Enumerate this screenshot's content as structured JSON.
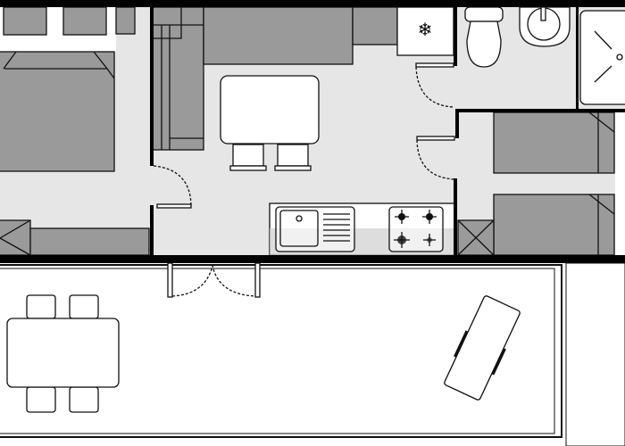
{
  "plan": {
    "colors": {
      "wall": "#000000",
      "floor": "#e6e6e6",
      "furniture": "#9a9a9a",
      "fixture": "#ffffff"
    },
    "rooms": [
      "bedroom-main",
      "living-kitchen",
      "bathroom",
      "bedroom-twin",
      "terrace"
    ],
    "icons": [
      "snowflake-icon",
      "gas-burner-icon",
      "sink-icon",
      "toilet-icon",
      "shower-icon"
    ]
  }
}
